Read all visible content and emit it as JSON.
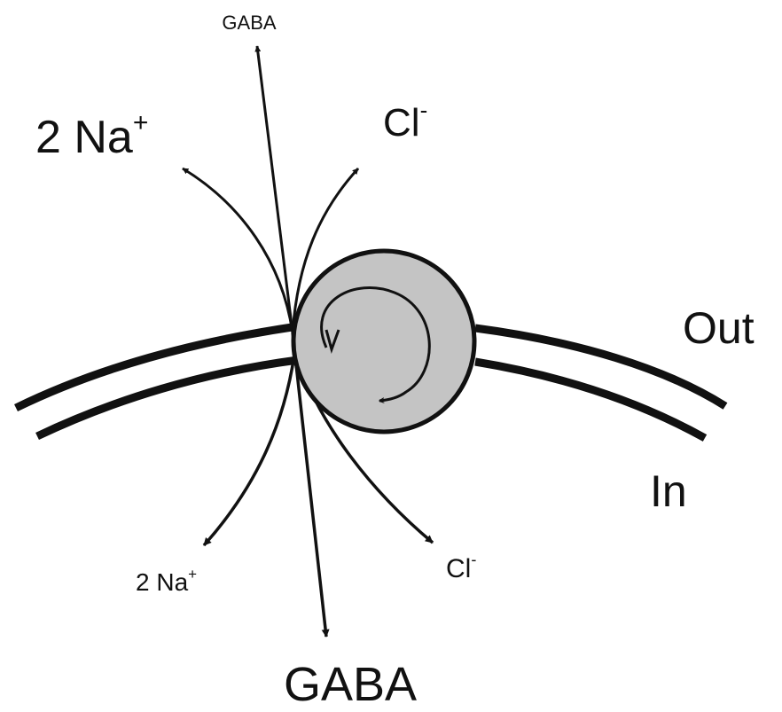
{
  "labels": {
    "gaba_out": "GABA",
    "na_out_count": "2 Na",
    "na_out_charge": "+",
    "cl_out_symbol": "Cl",
    "cl_out_charge": "-",
    "side_out": "Out",
    "side_in": "In",
    "na_in_count": "2 Na",
    "na_in_charge": "+",
    "cl_in_symbol": "Cl",
    "cl_in_charge": "-",
    "gaba_in": "GABA"
  },
  "colors": {
    "stroke": "#111111",
    "transporter_fill": "#c4c4c4",
    "background": "#ffffff"
  },
  "icons": {
    "transporter": "transporter-circle-icon",
    "cycle": "circular-arrow-icon"
  }
}
